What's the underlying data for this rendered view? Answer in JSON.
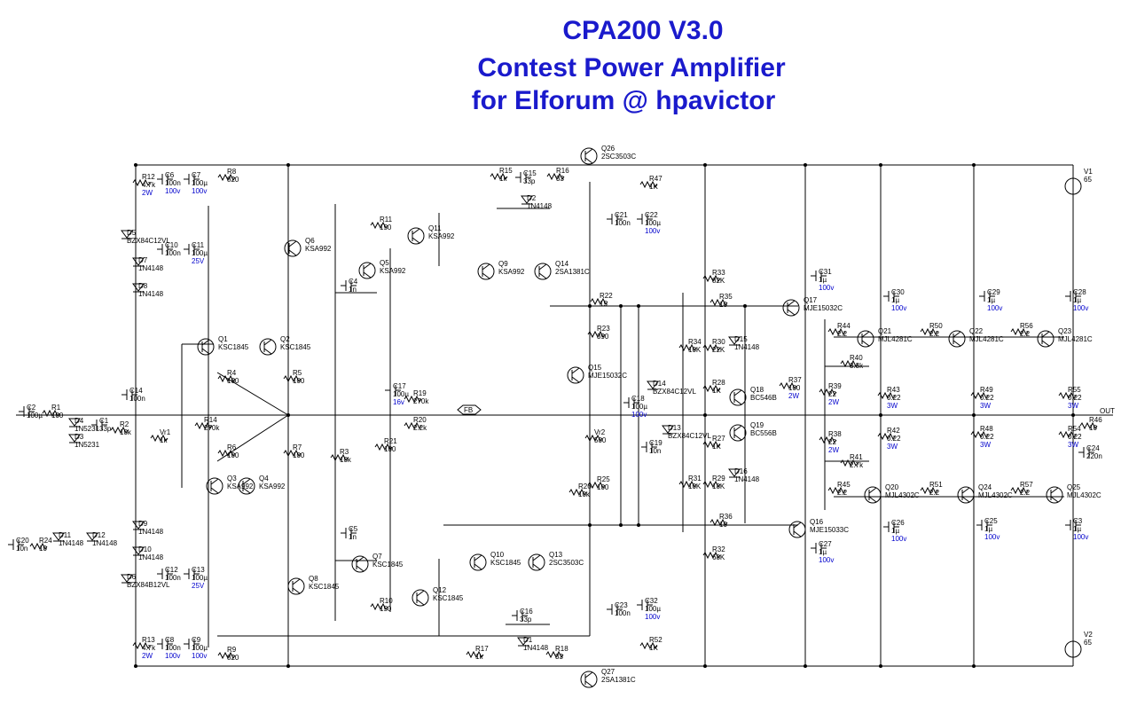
{
  "title": {
    "line1": "CPA200 V3.0",
    "line2": "Contest Power Amplifier",
    "line3": "for Elforum @ hpavictor"
  },
  "ports": {
    "fb": "FB",
    "out": "OUT"
  },
  "components": [
    {
      "ref": "V1",
      "value": "65"
    },
    {
      "ref": "V2",
      "value": "65"
    },
    {
      "ref": "C2",
      "value": "100µ"
    },
    {
      "ref": "R1",
      "value": "100"
    },
    {
      "ref": "D4",
      "value": "1N5231"
    },
    {
      "ref": "D3",
      "value": "1N5231"
    },
    {
      "ref": "C1",
      "value": "33p"
    },
    {
      "ref": "R2",
      "value": "10k"
    },
    {
      "ref": "Vr1",
      "value": "1k"
    },
    {
      "ref": "C14",
      "value": "100n"
    },
    {
      "ref": "C20",
      "value": "10n"
    },
    {
      "ref": "R24",
      "value": "10"
    },
    {
      "ref": "D11",
      "value": "1N4148"
    },
    {
      "ref": "D12",
      "value": "1N4148"
    },
    {
      "ref": "R12",
      "value": "4.7k",
      "rating": "2W"
    },
    {
      "ref": "C6",
      "value": "100n",
      "rating": "100v"
    },
    {
      "ref": "C7",
      "value": "100µ",
      "rating": "100v"
    },
    {
      "ref": "R8",
      "value": "820"
    },
    {
      "ref": "D5",
      "value": "BZX84C12VL"
    },
    {
      "ref": "C10",
      "value": "100n"
    },
    {
      "ref": "C11",
      "value": "100µ",
      "rating": "25V"
    },
    {
      "ref": "D7",
      "value": "1N4148"
    },
    {
      "ref": "D8",
      "value": "1N4148"
    },
    {
      "ref": "D9",
      "value": "1N4148"
    },
    {
      "ref": "D10",
      "value": "1N4148"
    },
    {
      "ref": "D6",
      "value": "BZX84B12VL"
    },
    {
      "ref": "C12",
      "value": "100n"
    },
    {
      "ref": "C13",
      "value": "100µ",
      "rating": "25V"
    },
    {
      "ref": "R13",
      "value": "4.7k",
      "rating": "2W"
    },
    {
      "ref": "C8",
      "value": "100n",
      "rating": "100v"
    },
    {
      "ref": "C9",
      "value": "100µ",
      "rating": "100v"
    },
    {
      "ref": "R9",
      "value": "820"
    },
    {
      "ref": "Q1",
      "value": "KSC1845"
    },
    {
      "ref": "Q2",
      "value": "KSC1845"
    },
    {
      "ref": "R4",
      "value": "100"
    },
    {
      "ref": "R5",
      "value": "100"
    },
    {
      "ref": "R14",
      "value": "270k"
    },
    {
      "ref": "R6",
      "value": "100"
    },
    {
      "ref": "R7",
      "value": "100"
    },
    {
      "ref": "Q3",
      "value": "KSA992"
    },
    {
      "ref": "Q4",
      "value": "KSA992"
    },
    {
      "ref": "Q6",
      "value": "KSA992"
    },
    {
      "ref": "Q5",
      "value": "KSA992"
    },
    {
      "ref": "R11",
      "value": "150"
    },
    {
      "ref": "C4",
      "value": "1n"
    },
    {
      "ref": "R3",
      "value": "10k"
    },
    {
      "ref": "C5",
      "value": "1n"
    },
    {
      "ref": "Q7",
      "value": "KSC1845"
    },
    {
      "ref": "Q8",
      "value": "KSC1845"
    },
    {
      "ref": "R10",
      "value": "150"
    },
    {
      "ref": "C17",
      "value": "100µ",
      "rating": "16v"
    },
    {
      "ref": "R19",
      "value": "270k"
    },
    {
      "ref": "R20",
      "value": "2.2k"
    },
    {
      "ref": "R21",
      "value": "100"
    },
    {
      "ref": "Q11",
      "value": "KSA992"
    },
    {
      "ref": "Q9",
      "value": "KSA992"
    },
    {
      "ref": "Q14",
      "value": "2SA1381C"
    },
    {
      "ref": "R15",
      "value": "1k"
    },
    {
      "ref": "C15",
      "value": "33p"
    },
    {
      "ref": "R16",
      "value": "33"
    },
    {
      "ref": "D2",
      "value": "1N4148"
    },
    {
      "ref": "Q26",
      "value": "2SC3503C"
    },
    {
      "ref": "R47",
      "value": "1K"
    },
    {
      "ref": "C21",
      "value": "100n"
    },
    {
      "ref": "C22",
      "value": "100µ",
      "rating": "100v"
    },
    {
      "ref": "Q10",
      "value": "KSC1845"
    },
    {
      "ref": "Q13",
      "value": "2SC3503C"
    },
    {
      "ref": "Q12",
      "value": "KSC1845"
    },
    {
      "ref": "C16",
      "value": "33p"
    },
    {
      "ref": "D1",
      "value": "1N4148"
    },
    {
      "ref": "R17",
      "value": "1k"
    },
    {
      "ref": "R18",
      "value": "33"
    },
    {
      "ref": "C23",
      "value": "100n"
    },
    {
      "ref": "C32",
      "value": "100µ",
      "rating": "100v"
    },
    {
      "ref": "R52",
      "value": "1K"
    },
    {
      "ref": "Q27",
      "value": "2SA1381C"
    },
    {
      "ref": "R22",
      "value": "15"
    },
    {
      "ref": "R23",
      "value": "390"
    },
    {
      "ref": "Q15",
      "value": "MJE15032C"
    },
    {
      "ref": "Vr2",
      "value": "500"
    },
    {
      "ref": "R25",
      "value": "100"
    },
    {
      "ref": "R26",
      "value": "10k"
    },
    {
      "ref": "C18",
      "value": "100µ",
      "rating": "100v"
    },
    {
      "ref": "C19",
      "value": "10n"
    },
    {
      "ref": "R33",
      "value": "82K"
    },
    {
      "ref": "R35",
      "value": "10"
    },
    {
      "ref": "D15",
      "value": "1N4148"
    },
    {
      "ref": "R34",
      "value": "10K"
    },
    {
      "ref": "R30",
      "value": "22K"
    },
    {
      "ref": "D14",
      "value": "BZX84C12VL"
    },
    {
      "ref": "R28",
      "value": "1K"
    },
    {
      "ref": "Q18",
      "value": "BC546B"
    },
    {
      "ref": "Q19",
      "value": "BC556B"
    },
    {
      "ref": "D13",
      "value": "BZX84C12VL"
    },
    {
      "ref": "R27",
      "value": "1K"
    },
    {
      "ref": "D16",
      "value": "1N4148"
    },
    {
      "ref": "R31",
      "value": "10K"
    },
    {
      "ref": "R29",
      "value": "18K"
    },
    {
      "ref": "R36",
      "value": "10"
    },
    {
      "ref": "R32",
      "value": "68K"
    },
    {
      "ref": "C31",
      "value": "1µ",
      "rating": "100v"
    },
    {
      "ref": "Q17",
      "value": "MJE15032C"
    },
    {
      "ref": "R37",
      "value": "100",
      "rating": "2W"
    },
    {
      "ref": "R39",
      "value": "22",
      "rating": "2W"
    },
    {
      "ref": "R40",
      "value": "3.3k"
    },
    {
      "ref": "R44",
      "value": "2.2"
    },
    {
      "ref": "Q21",
      "value": "MJL4281C"
    },
    {
      "ref": "C30",
      "value": "1µ",
      "rating": "100v"
    },
    {
      "ref": "R43",
      "value": "0.22",
      "rating": "3W"
    },
    {
      "ref": "R38",
      "value": "22",
      "rating": "2W"
    },
    {
      "ref": "R41",
      "value": "2.7k"
    },
    {
      "ref": "R42",
      "value": "0.22",
      "rating": "3W"
    },
    {
      "ref": "Q16",
      "value": "MJE15033C"
    },
    {
      "ref": "C27",
      "value": "1µ",
      "rating": "100v"
    },
    {
      "ref": "R45",
      "value": "2.2"
    },
    {
      "ref": "Q20",
      "value": "MJL4302C"
    },
    {
      "ref": "C26",
      "value": "1µ",
      "rating": "100v"
    },
    {
      "ref": "R50",
      "value": "2.2"
    },
    {
      "ref": "Q22",
      "value": "MJL4281C"
    },
    {
      "ref": "C29",
      "value": "1µ",
      "rating": "100v"
    },
    {
      "ref": "R49",
      "value": "0.22",
      "rating": "3W"
    },
    {
      "ref": "R48",
      "value": "0.22",
      "rating": "3W"
    },
    {
      "ref": "R51",
      "value": "2.2"
    },
    {
      "ref": "Q24",
      "value": "MJL4302C"
    },
    {
      "ref": "C25",
      "value": "1µ",
      "rating": "100v"
    },
    {
      "ref": "R56",
      "value": "2.2"
    },
    {
      "ref": "Q23",
      "value": "MJL4281C"
    },
    {
      "ref": "C28",
      "value": "1µ",
      "rating": "100v"
    },
    {
      "ref": "R55",
      "value": "0.22",
      "rating": "3W"
    },
    {
      "ref": "R54",
      "value": "0.22",
      "rating": "3W"
    },
    {
      "ref": "R57",
      "value": "2.2"
    },
    {
      "ref": "Q25",
      "value": "MJL4302C"
    },
    {
      "ref": "C3",
      "value": "1µ",
      "rating": "100v"
    },
    {
      "ref": "R46",
      "value": "10"
    },
    {
      "ref": "C24",
      "value": "220n"
    }
  ]
}
